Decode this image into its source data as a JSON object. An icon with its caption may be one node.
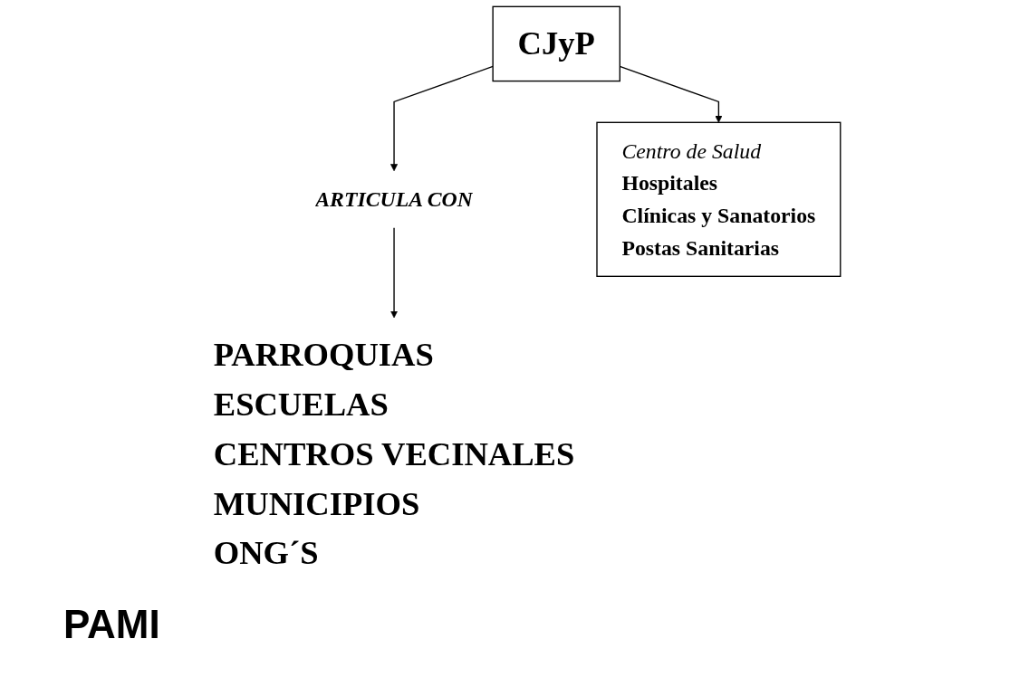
{
  "diagram": {
    "nodes": [
      {
        "text": [
          "CJyP"
        ]
      },
      {
        "text": [
          "ARTICULA CON"
        ]
      },
      {
        "text": [
          "Centro de Salud",
          "Hospitales",
          "Clínicas y Sanatorios",
          "Postas Sanitarias"
        ]
      },
      {
        "text": [
          "PARROQUIAS",
          "ESCUELAS",
          "CENTROS VECINALES",
          "MUNICIPIOS",
          "ONG´S"
        ]
      }
    ],
    "edges": [
      {
        "from": 0,
        "to": 1,
        "arrow": "to"
      },
      {
        "from": 0,
        "to": 2,
        "arrow": "to"
      },
      {
        "from": 1,
        "to": 3,
        "arrow": "to"
      }
    ],
    "labels": [
      "PAMI"
    ]
  }
}
